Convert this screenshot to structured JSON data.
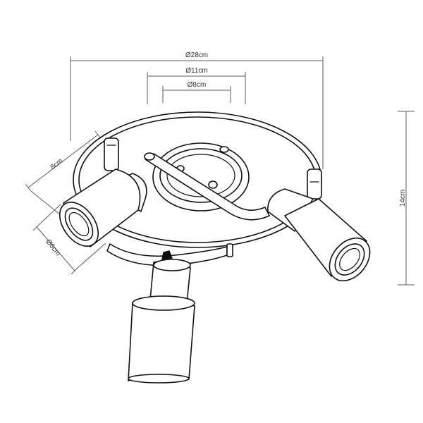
{
  "dimensions": {
    "overall_diameter": "Ø28cm",
    "plate_diameter": "Ø11cm",
    "inner_diameter": "Ø8cm",
    "height": "14cm",
    "arm_length": "8cm",
    "shade_diameter": "Ø6cm"
  }
}
